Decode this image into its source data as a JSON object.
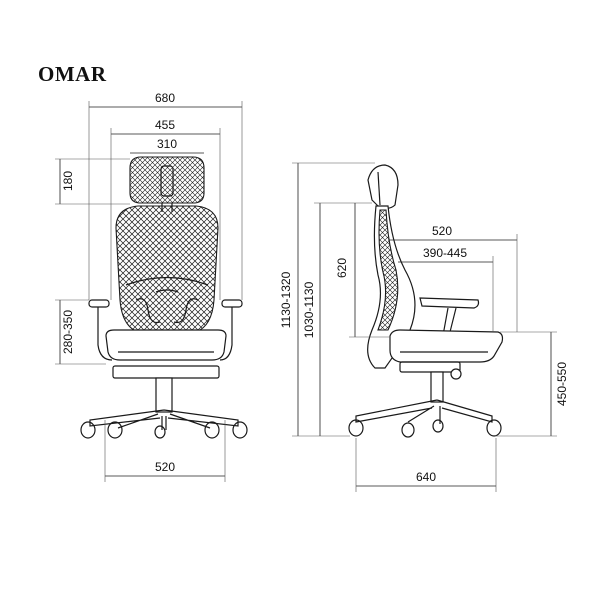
{
  "title": "OMAR",
  "dimensions": {
    "front_overall_width": "680",
    "front_armrest_width": "455",
    "front_headrest_width": "310",
    "headrest_height": "180",
    "armrest_height": "280-350",
    "base_width": "520",
    "overall_height": "1130-1320",
    "backrest_top_height": "1030-1130",
    "backrest_height": "620",
    "seat_width": "520",
    "seat_depth": "390-445",
    "seat_height": "450-550",
    "base_depth": "640"
  },
  "colors": {
    "line": "#1a1a1a",
    "background": "#ffffff"
  }
}
